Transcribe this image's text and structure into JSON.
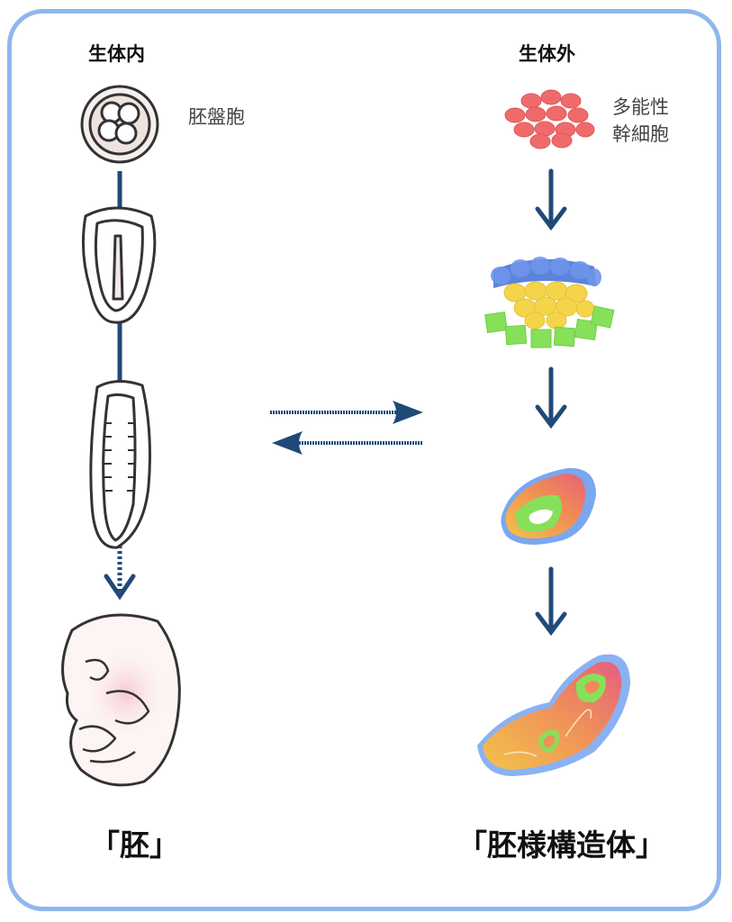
{
  "in_vivo": {
    "heading": "生体内",
    "blastocyst_label": "胚盤胞",
    "result_label": "「胚」"
  },
  "in_vitro": {
    "heading": "生体外",
    "stem_cell_label_line1": "多能性",
    "stem_cell_label_line2": "幹細胞",
    "result_label": "「胚様構造体」"
  },
  "colors": {
    "frame": "#8fb7ec",
    "arrow": "#1f4a78",
    "cells_red": "#ef6b6b",
    "layer_blue": "#3f6fd8",
    "layer_yellow": "#f4d54a",
    "layer_green": "#86e05a",
    "tissue_orange": "#f0a050",
    "tissue_pink": "#e86a7a"
  },
  "icons": [
    "blastocyst-icon",
    "embryo-stage-icon",
    "stem-cells-icon",
    "layered-cells-icon",
    "embryoid-icon"
  ]
}
